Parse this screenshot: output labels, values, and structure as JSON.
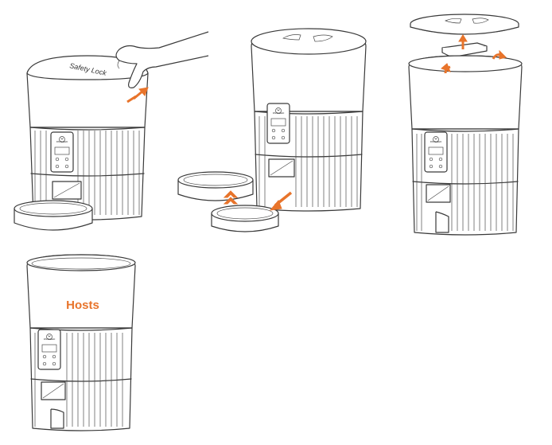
{
  "colors": {
    "accent": "#e8742b",
    "line": "#3a3a3a",
    "background": "#ffffff"
  },
  "panels": {
    "step1": {
      "lid_text": "Safety Lock"
    },
    "step4": {
      "label": "Hosts"
    }
  },
  "device": {
    "brand": "PAPIFEED"
  }
}
